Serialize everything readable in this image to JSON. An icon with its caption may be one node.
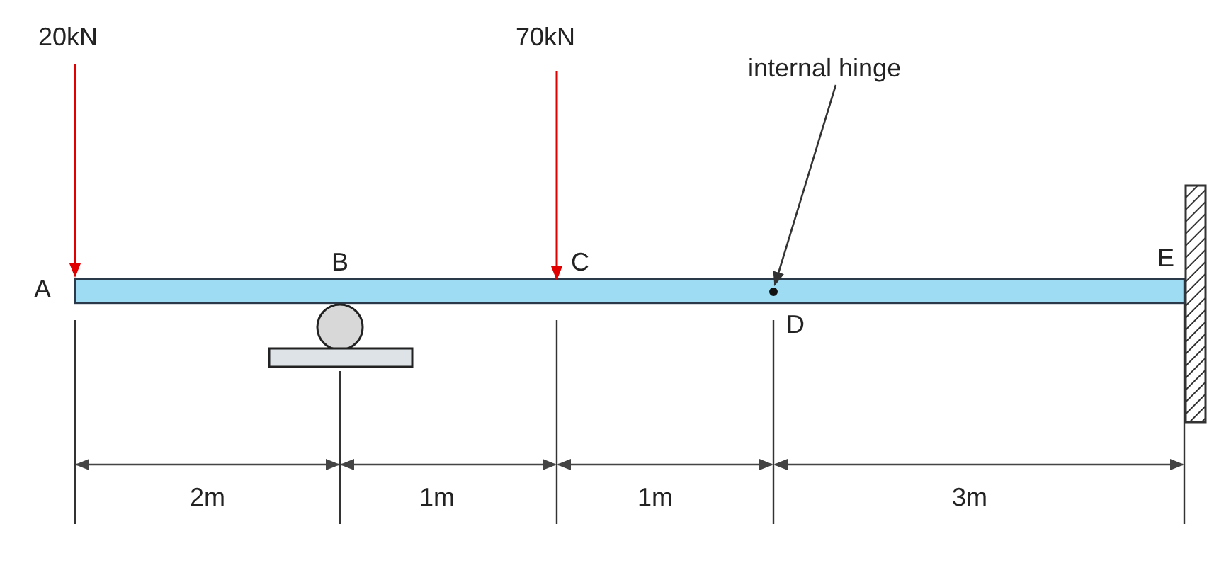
{
  "diagram": {
    "nodes": [
      {
        "text": [
          "internal hinge"
        ]
      },
      {
        "text": [],
        "shape": "circle"
      }
    ],
    "edges": [
      {
        "from": 0,
        "to": 1,
        "arrow": "to"
      }
    ],
    "labels": [
      "20kN",
      "70kN",
      "B",
      "C",
      "E",
      "A",
      "D",
      "2m",
      "1m",
      "1m",
      "3m"
    ]
  }
}
